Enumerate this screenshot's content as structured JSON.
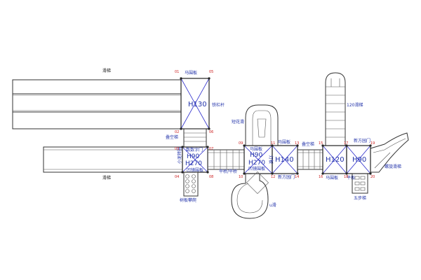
{
  "labels": {
    "slide_top": "滑梯",
    "slide_bottom": "滑梯",
    "mawei_1": "马围板",
    "mawei_2": "马围板",
    "mawei_3": "马围板",
    "mawei_4": "马围板",
    "tielan": "铁栏杆",
    "dieceng_1": "叠空梯",
    "dieceng_2": "叠空梯",
    "duanxuan": "短花滑",
    "shuzi_men": "数数字门",
    "xiaonihuan": "小泥转圈",
    "aojing_1": "凹镜围板",
    "aojing_2": "凹镜围板",
    "dengpai": "灯板",
    "pingqiao": "平桥/平桥",
    "xinfang_1": "新方园门",
    "xinfang_2": "新方园门",
    "huaban": "平板",
    "huatong_120": "120滑梯",
    "xuanzhuan": "螺旋滑梯",
    "wubu": "五步梯",
    "shuban": "树板攀爬",
    "uhua": "u滑"
  },
  "heights": {
    "h130": "H130",
    "h90": "H90",
    "h270": "H270",
    "h90b": "H90",
    "h270b": "H270",
    "h140": "H140",
    "h120": "H120",
    "h90c": "H90"
  },
  "points": {
    "p01": "01",
    "p05": "05",
    "p02": "02",
    "p06": "06",
    "p03": "03",
    "p07": "07",
    "p04": "04",
    "p08": "08",
    "p09": "09",
    "p10": "10",
    "p11": "11",
    "p12": "12",
    "p13": "13",
    "p14": "14",
    "p15": "15",
    "p16": "16",
    "p17": "17",
    "p18": "18",
    "p19": "19",
    "p20": "20"
  },
  "colors": {
    "line": "#333333",
    "blue": "#2233aa",
    "red": "#cc2222"
  }
}
